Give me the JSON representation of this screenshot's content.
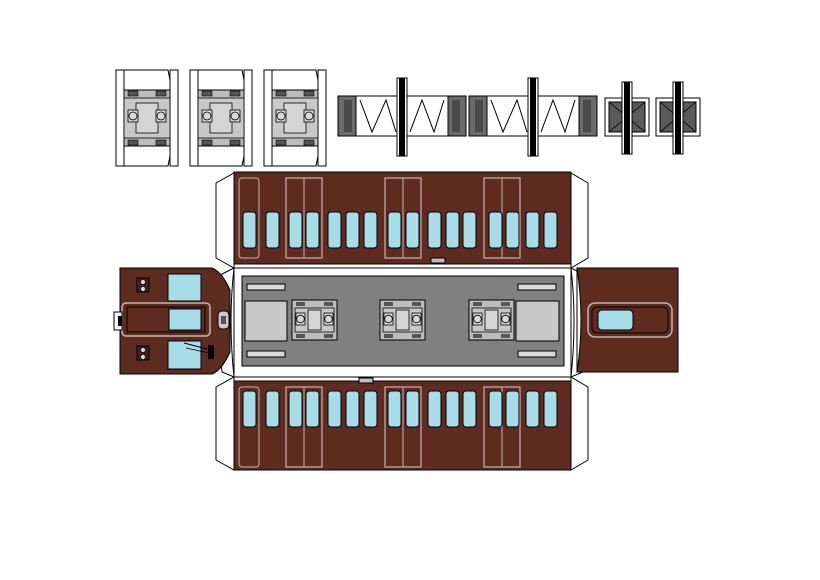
{
  "sheet": {
    "colors": {
      "body": "#5e2b20",
      "roof": "#7a7a7a",
      "roof_dark": "#555555",
      "bogie": "#bdbdbd",
      "window": "#a7dde9",
      "panel_stroke": "#c9b3ad",
      "outline": "#000000",
      "tab": "#ffffff"
    },
    "icons": [
      "bogie-part",
      "coupler-part",
      "end-cap-part",
      "cab-end-part",
      "rear-end-part",
      "side-panel-part",
      "roof-part"
    ]
  }
}
